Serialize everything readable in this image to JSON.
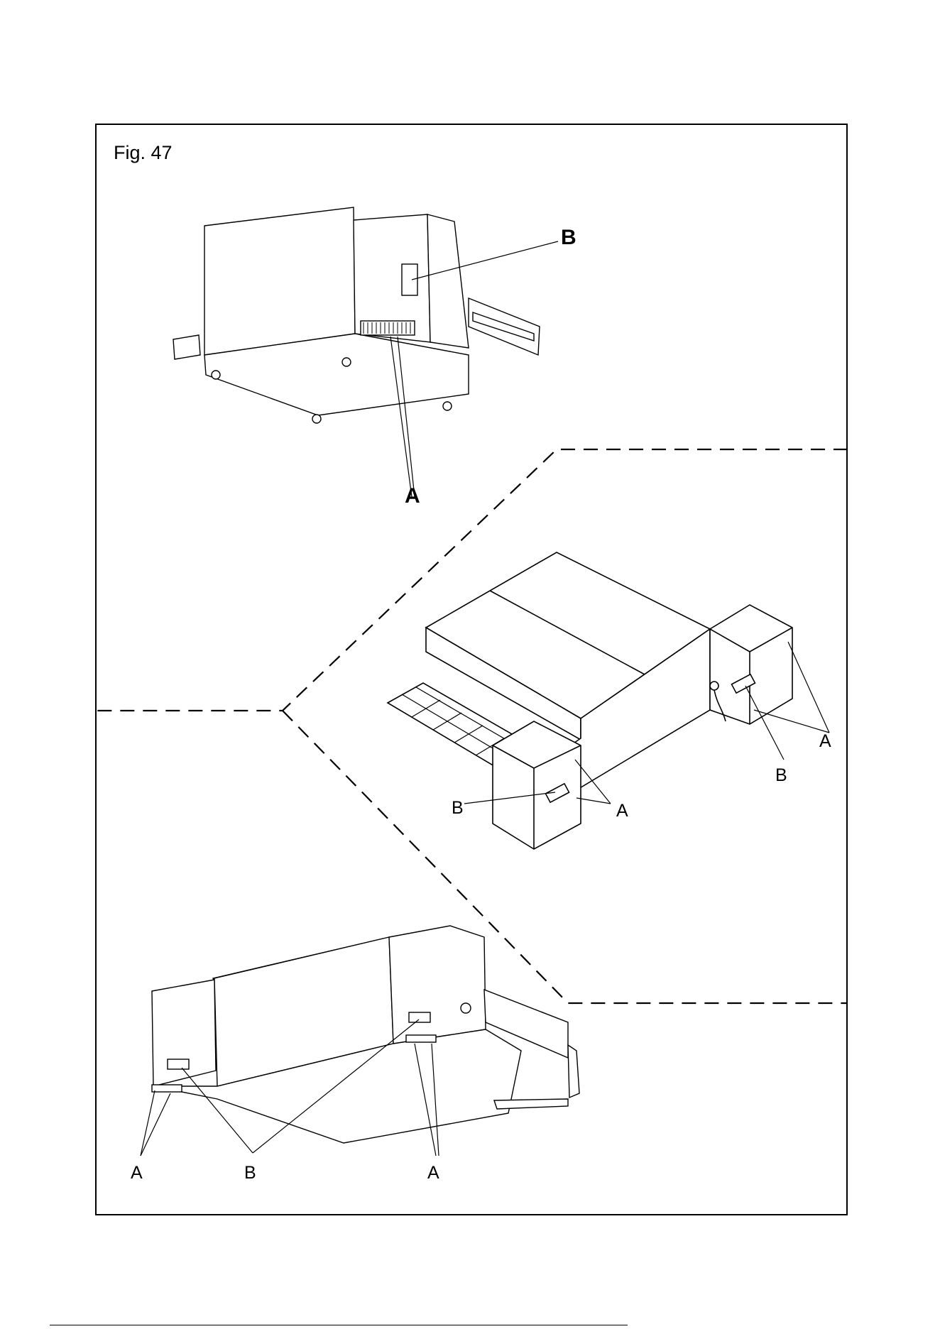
{
  "figure": {
    "title": "Fig. 47"
  },
  "labels": {
    "top_b": "B",
    "top_a": "A",
    "mid_b_left": "B",
    "mid_a_left": "A",
    "mid_b_right": "B",
    "mid_a_right": "A",
    "bot_a_left": "A",
    "bot_b": "B",
    "bot_a_right": "A"
  },
  "colors": {
    "line": "#000000",
    "background": "#ffffff"
  }
}
